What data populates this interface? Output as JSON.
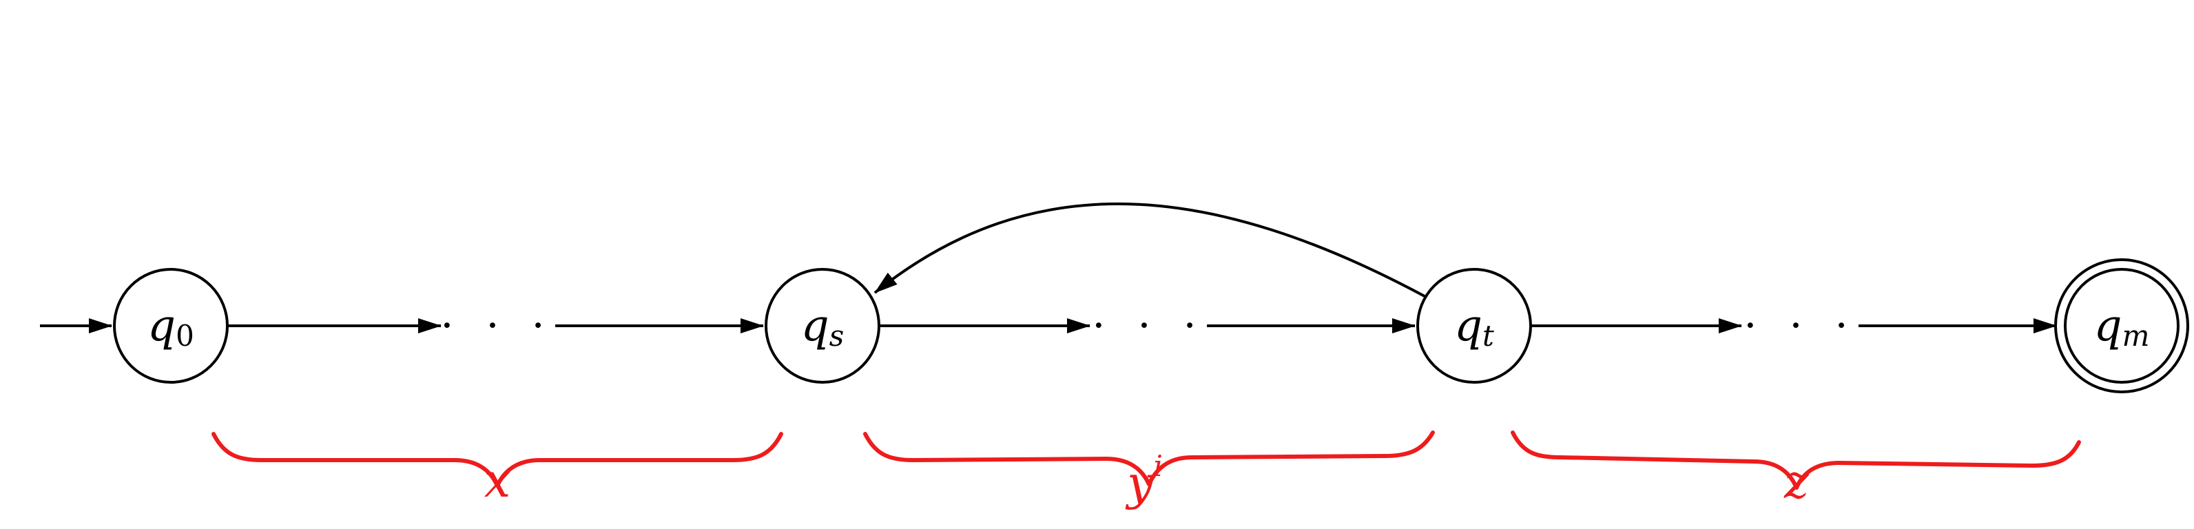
{
  "colors": {
    "ink": "#000000",
    "brace": "#ee1c1c"
  },
  "states": [
    {
      "id": "q0",
      "base": "q",
      "sub": "0",
      "accepting": false
    },
    {
      "id": "qs",
      "base": "q",
      "sub": "s",
      "accepting": false
    },
    {
      "id": "qt",
      "base": "q",
      "sub": "t",
      "accepting": false
    },
    {
      "id": "qm",
      "base": "q",
      "sub": "m",
      "accepting": true
    }
  ],
  "ellipses": [
    {
      "label": "· · ·"
    },
    {
      "label": "· · ·"
    },
    {
      "label": "· · ·"
    }
  ],
  "braces": [
    {
      "base": "x",
      "sup": ""
    },
    {
      "base": "y",
      "sup": "i"
    },
    {
      "base": "z",
      "sup": ""
    }
  ]
}
